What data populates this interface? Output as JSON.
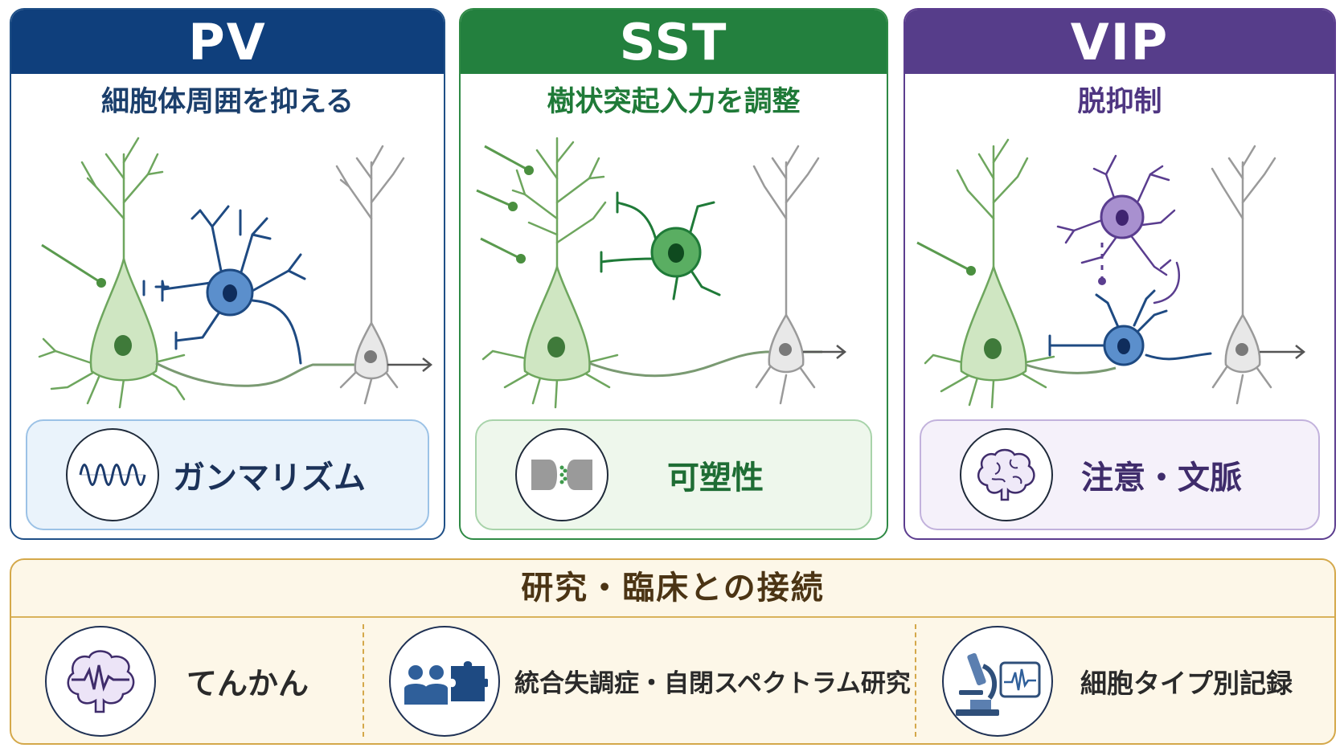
{
  "panels": [
    {
      "key": "pv",
      "title": "PV",
      "subtitle": "細胞体周囲を抑える",
      "function": "ガンマリズム",
      "function_icon": "gamma-wave-icon",
      "color": "#0f3f7c"
    },
    {
      "key": "sst",
      "title": "SST",
      "subtitle": "樹状突起入力を調整",
      "function": "可塑性",
      "function_icon": "synapse-icon",
      "color": "#23803e"
    },
    {
      "key": "vip",
      "title": "VIP",
      "subtitle": "脱抑制",
      "function": "注意・文脈",
      "function_icon": "brain-icon",
      "color": "#563d8a"
    }
  ],
  "research": {
    "title": "研究・臨床との接続",
    "items": [
      {
        "label": "てんかん",
        "icon": "brain-eeg-icon"
      },
      {
        "label": "統合失調症・自閉スペクトラム研究",
        "icon": "people-puzzle-icon"
      },
      {
        "label": "細胞タイプ別記録",
        "icon": "microscope-recording-icon"
      }
    ]
  },
  "colors": {
    "pyramidal": "#6ea65e",
    "target_neuron": "#8f8f8f",
    "pv_cell": "#3a6fb0",
    "sst_cell": "#3f9a4c",
    "vip_cell": "#8a68b8",
    "accent_gold": "#d4a84a"
  }
}
